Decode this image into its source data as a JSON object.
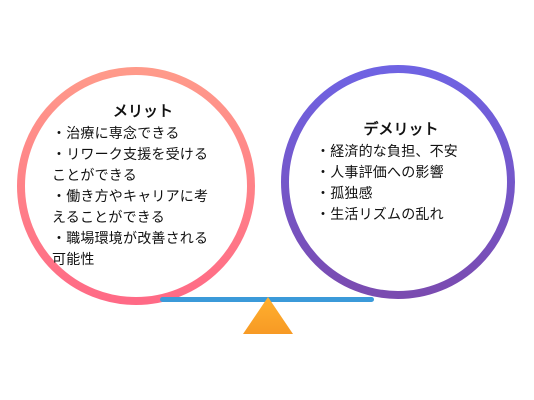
{
  "colors": {
    "merit_ring": "#ff7f8a",
    "demerit_ring": "#6a57c9",
    "beam": "#3b9ad9",
    "fulcrum": "#f6a22a"
  },
  "merit": {
    "title": "メリット",
    "items": [
      "・治療に専念できる",
      "・リワーク支援を受けることができる",
      "・働き方やキャリアに考えることができる",
      "・職場環境が改善される可能性"
    ]
  },
  "demerit": {
    "title": "デメリット",
    "items": [
      "・経済的な負担、不安",
      "・人事評価への影響",
      "・孤独感",
      "・生活リズムの乱れ"
    ]
  }
}
